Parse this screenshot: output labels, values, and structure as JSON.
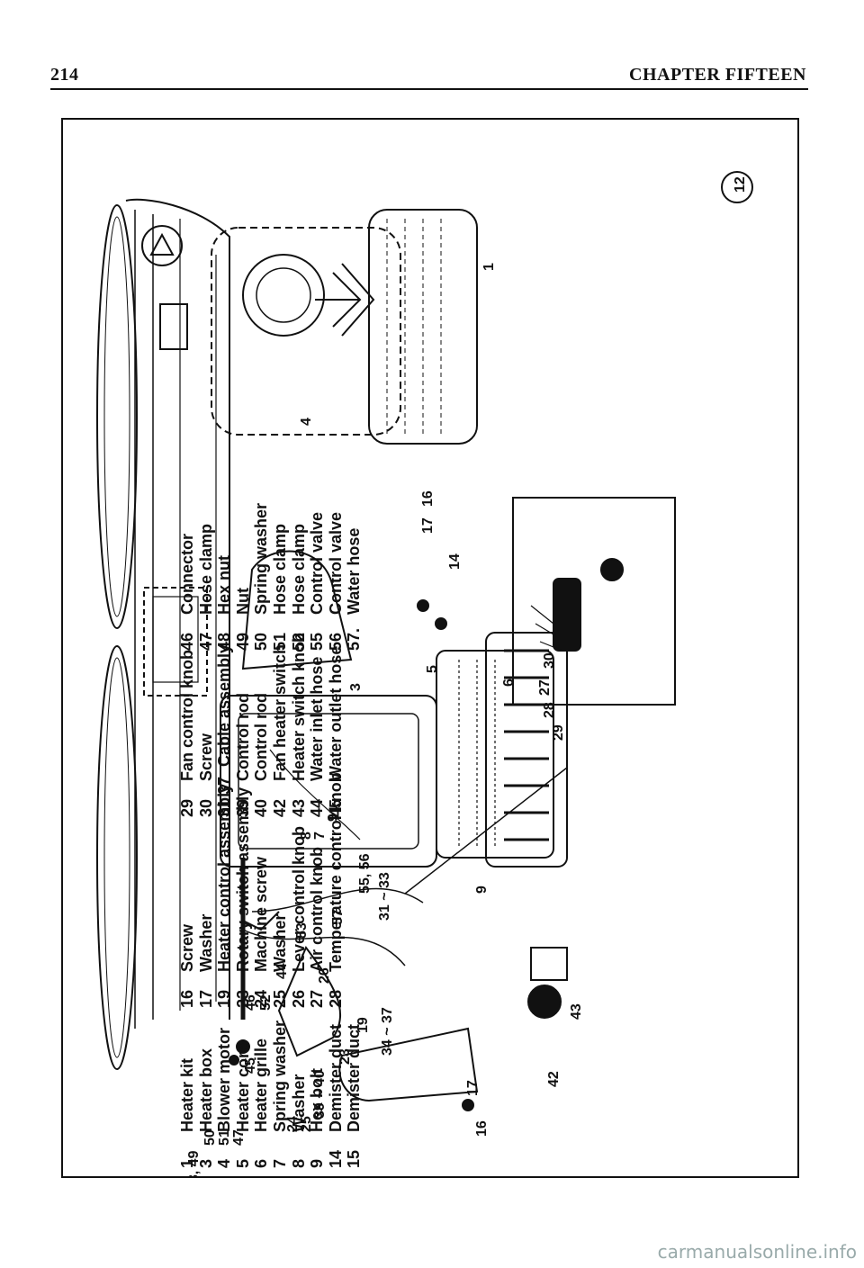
{
  "header": {
    "page_number": "214",
    "chapter_title": "CHAPTER FIFTEEN"
  },
  "figure": {
    "figure_number": "12",
    "callouts": {
      "c48_49": "48, 49",
      "c50": "50",
      "c51": "51",
      "c47": "47",
      "c45": "45",
      "c46": "46",
      "c52": "52",
      "c44": "44",
      "c53": "53",
      "c26": "26",
      "c24": "24",
      "c25": "25",
      "c39_40": "39 ~ 40",
      "c23": "23",
      "c19": "19",
      "c34_37": "34 ~ 37",
      "c15": "15",
      "c16a": "16",
      "c17a": "17",
      "c42": "42",
      "c43": "43",
      "c57": "57",
      "c55_56": "55, 56",
      "c31_33": "31 ~ 33",
      "c8": "8",
      "c7": "7",
      "c9a": "9",
      "c9b": "9",
      "c3": "3",
      "c5": "5",
      "c6": "6",
      "c14": "14",
      "c17b": "17",
      "c16b": "16",
      "c27": "27",
      "c28": "28",
      "c29": "29",
      "c30": "30",
      "c4": "4",
      "c1": "1"
    }
  },
  "legend": {
    "col1": [
      {
        "num": "1",
        "label": "Heater kit"
      },
      {
        "num": "3",
        "label": "Heater box"
      },
      {
        "num": "4",
        "label": "Blower motor"
      },
      {
        "num": "5",
        "label": "Heater core"
      },
      {
        "num": "6",
        "label": "Heater grille"
      },
      {
        "num": "7",
        "label": "Spring washer"
      },
      {
        "num": "8",
        "label": "Washer"
      },
      {
        "num": "9",
        "label": "Hex bolt"
      },
      {
        "num": "14",
        "label": "Demister duct"
      },
      {
        "num": "15",
        "label": "Demister duct"
      }
    ],
    "col2": [
      {
        "num": "16",
        "label": "Screw"
      },
      {
        "num": "17",
        "label": "Washer"
      },
      {
        "num": "19",
        "label": "Heater control assembly"
      },
      {
        "num": "23",
        "label": "Rotary switch assembly"
      },
      {
        "num": "24",
        "label": "Machine screw"
      },
      {
        "num": "25",
        "label": "Washer"
      },
      {
        "num": "26",
        "label": "Lever control knob"
      },
      {
        "num": "27",
        "label": "Air control knob"
      },
      {
        "num": "28",
        "label": "Temperature control knob"
      }
    ],
    "col3": [
      {
        "num": "29",
        "label": "Fan control knob"
      },
      {
        "num": "30",
        "label": "Screw"
      },
      {
        "num": "31 37",
        "label": "Cable assembly"
      },
      {
        "num": "39",
        "label": "Control rod"
      },
      {
        "num": "40",
        "label": "Control rod"
      },
      {
        "num": "42",
        "label": "Fan heater switch"
      },
      {
        "num": "43",
        "label": "Heater switch knob"
      },
      {
        "num": "44",
        "label": "Water inlet hose"
      },
      {
        "num": "45",
        "label": "Water outlet hose"
      }
    ],
    "col4": [
      {
        "num": "46",
        "label": "Connector"
      },
      {
        "num": "47",
        "label": "Hose clamp"
      },
      {
        "num": "48",
        "label": "Hex nut"
      },
      {
        "num": "49",
        "label": "Nut"
      },
      {
        "num": "50",
        "label": "Spring washer"
      },
      {
        "num": "51",
        "label": "Hose clamp"
      },
      {
        "num": "52",
        "label": "Hose clamp"
      },
      {
        "num": "55",
        "label": "Control valve"
      },
      {
        "num": "56",
        "label": "Control valve"
      },
      {
        "num": "57.",
        "label": "Water hose"
      }
    ]
  },
  "watermark": "carmanualsonline.info"
}
